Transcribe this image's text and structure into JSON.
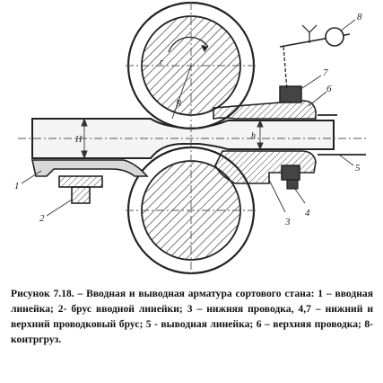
{
  "figure": {
    "labels": {
      "n1": "1",
      "n2": "2",
      "n3": "3",
      "n4": "4",
      "n5": "5",
      "n6": "6",
      "n7": "7",
      "n8": "8",
      "dim_H": "H",
      "dim_h": "h",
      "dim_r": "r",
      "dim_R": "R"
    }
  },
  "caption": {
    "text": "Рисунок 7.18. – Вводная и выводная арматура сортового стана: 1 – вводная линейка; 2- брус вводной линейки; 3 – нижняя проводка, 4,7 – нижний и верхний проводковый брус; 5 - выводная линейка; 6 – верхняя проводка; 8- контргруз."
  }
}
